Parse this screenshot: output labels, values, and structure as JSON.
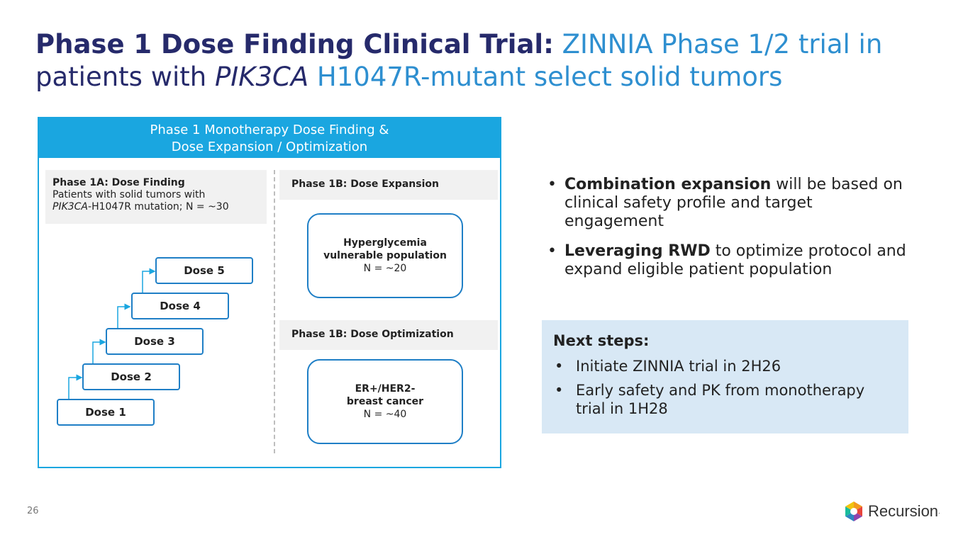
{
  "title": {
    "bold": "Phase 1 Dose Finding Clinical Trial:",
    "rest1": " ZINNIA Phase 1/2 trial in",
    "line2_start": "patients with ",
    "italic": "PIK3CA",
    "line2_end": " H1047R-mutant select solid tumors"
  },
  "panel": {
    "header_line1": "Phase 1 Monotherapy Dose Finding &",
    "header_line2": "Dose Expansion / Optimization",
    "phase1a": {
      "heading": "Phase 1A: Dose Finding",
      "line1": "Patients with solid tumors with",
      "italic": "PIK3CA",
      "line2": "-H1047R mutation; N = ~30"
    },
    "phase1b_expansion": "Phase 1B: Dose Expansion",
    "phase1b_optimization": "Phase 1B: Dose Optimization",
    "doses": [
      "Dose 1",
      "Dose 2",
      "Dose 3",
      "Dose 4",
      "Dose 5"
    ],
    "pop1": {
      "line1": "Hyperglycemia",
      "line2": "vulnerable population",
      "n": "N = ~20"
    },
    "pop2": {
      "line1": "ER+/HER2-",
      "line2": "breast cancer",
      "n": "N = ~40"
    }
  },
  "bullets": [
    {
      "bold": "Combination expansion",
      "text": " will be based on clinical safety profile and target engagement"
    },
    {
      "bold": "Leveraging RWD",
      "text": " to optimize protocol and expand eligible patient population"
    }
  ],
  "next_steps": {
    "heading": "Next steps:",
    "items": [
      "Initiate ZINNIA trial in 2H26",
      "Early safety and PK from monotherapy trial in 1H28"
    ]
  },
  "footer": {
    "page": "26",
    "logo_text": "Recursion",
    "logo_mark": "."
  },
  "colors": {
    "navy": "#262a6b",
    "accent": "#1aa6e0",
    "box_border": "#1f7fc6",
    "next_bg": "#d8e8f5"
  },
  "icons": {
    "bullet": "•",
    "logo": "hexagon-logo-icon"
  }
}
